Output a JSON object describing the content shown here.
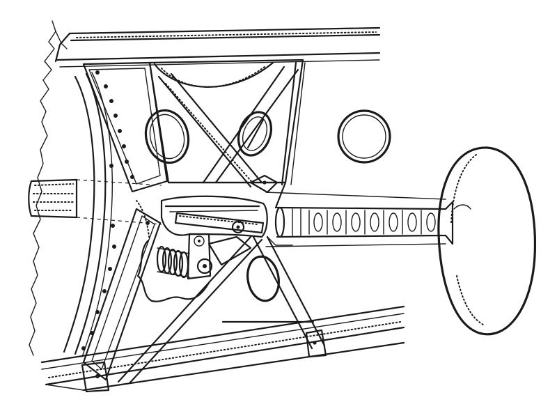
{
  "figure": {
    "colors": {
      "ink": "#1a1a1a",
      "paper": "#ffffff"
    },
    "parts": [
      "upper-longeron",
      "lower-longeron",
      "gusset-plate",
      "cross-bracing",
      "lightening-holes",
      "control-shaft",
      "shaft-housing",
      "coil-spring",
      "latch-mechanism",
      "mushroom-knob",
      "torn-edge-panel"
    ]
  }
}
